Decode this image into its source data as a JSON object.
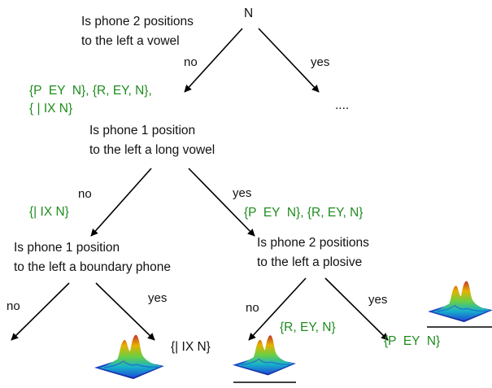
{
  "root": {
    "label": "N"
  },
  "questions": {
    "q1": {
      "line1": "Is phone 2 positions",
      "line2": "to the left a vowel"
    },
    "q2": {
      "line1": "Is phone 1 position",
      "line2": "to the left a long vowel"
    },
    "q3": {
      "line1": "Is phone 1 position",
      "line2": "to the left a boundary phone"
    },
    "q4": {
      "line1": "Is phone 2 positions",
      "line2": "to the left a plosive"
    }
  },
  "edge_labels": {
    "no1": "no",
    "yes1": "yes",
    "no2": "no",
    "yes2": "yes",
    "no3": "no",
    "yes3": "yes",
    "no4": "no",
    "yes4": "yes"
  },
  "ellipsis": "....",
  "sets": {
    "s1_line1": "{P  EY  N}, {R, EY, N},",
    "s1_line2": "{ | IX N}",
    "s2": "{| IX N}",
    "s3": "{P  EY  N}, {R, EY, N}",
    "s4": "{| IX N}",
    "s5": "{R, EY, N}",
    "s6": "{P  EY  N}"
  },
  "colors": {
    "text": "#111111",
    "phone_set": "#1e8c1e",
    "edge": "#000000"
  },
  "leaf_icons": [
    "gaussian-mixture-icon",
    "gaussian-mixture-icon",
    "gaussian-mixture-icon"
  ]
}
